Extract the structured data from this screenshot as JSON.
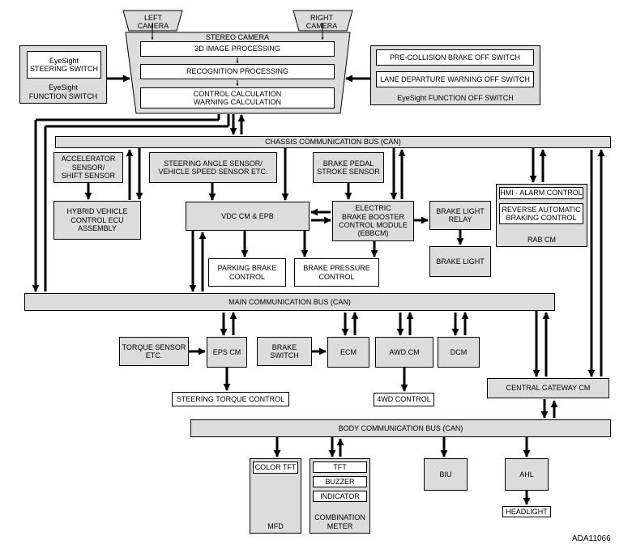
{
  "diagram_code": "ADA11066",
  "boxes": {
    "left_camera": "LEFT\nCAMERA",
    "right_camera": "RIGHT\nCAMERA",
    "stereo_camera": "STEREO CAMERA",
    "image_processing": "3D IMAGE PROCESSING",
    "recognition": "RECOGNITION PROCESSING",
    "control_calc": "CONTROL CALCULATION\nWARNING CALCULATION",
    "eyesight_steering_switch": "EyeSight\nSTEERING SWITCH",
    "eyesight_function_switch": "EyeSight\nFUNCTION SWITCH",
    "precollision_off": "PRE-COLLISION BRAKE OFF SWITCH",
    "lane_departure_off": "LANE DEPARTURE WARNING OFF SWITCH",
    "eyesight_function_off": "EyeSight FUNCTION OFF SWITCH",
    "chassis_bus": "CHASSIS COMMUNICATION BUS (CAN)",
    "accelerator_sensor": "ACCELERATOR\nSENSOR/\nSHIFT SENSOR",
    "steering_angle_sensor": "STEERING ANGLE SENSOR/\nVEHICLE SPEED SENSOR ETC.",
    "brake_pedal_sensor": "BRAKE PEDAL\nSTROKE SENSOR",
    "hybrid_ecu": "HYBRID VEHICLE\nCONTROL ECU\nASSEMBLY",
    "vdc_epb": "VDC CM & EPB",
    "ebbcm": "ELECTRIC\nBRAKE BOOSTER\nCONTROL MODULE\n(EBBCM)",
    "brake_light_relay": "BRAKE LIGHT\nRELAY",
    "brake_light": "BRAKE LIGHT",
    "hmi_alarm": "HMI · ALARM CONTROL",
    "reverse_braking": "REVERSE AUTOMATIC\nBRAKING CONTROL",
    "rab_cm": "RAB CM",
    "parking_brake": "PARKING BRAKE\nCONTROL",
    "brake_pressure": "BRAKE PRESSURE\nCONTROL",
    "main_bus": "MAIN COMMUNICATION BUS (CAN)",
    "torque_sensor": "TORQUE SENSOR\nETC.",
    "eps_cm": "EPS CM",
    "brake_switch": "BRAKE\nSWITCH",
    "ecm": "ECM",
    "awd_cm": "AWD CM",
    "dcm": "DCM",
    "steering_torque": "STEERING TORQUE CONTROL",
    "fourwd_control": "4WD CONTROL",
    "central_gateway": "CENTRAL GATEWAY CM",
    "body_bus": "BODY COMMUNICATION BUS (CAN)",
    "color_tft": "COLOR TFT",
    "mfd": "MFD",
    "tft": "TFT",
    "buzzer": "BUZZER",
    "indicator": "INDICATOR",
    "combination_meter": "COMBINATION\nMETER",
    "biu": "BIU",
    "ahl": "AHL",
    "headlight": "HEADLIGHT"
  }
}
